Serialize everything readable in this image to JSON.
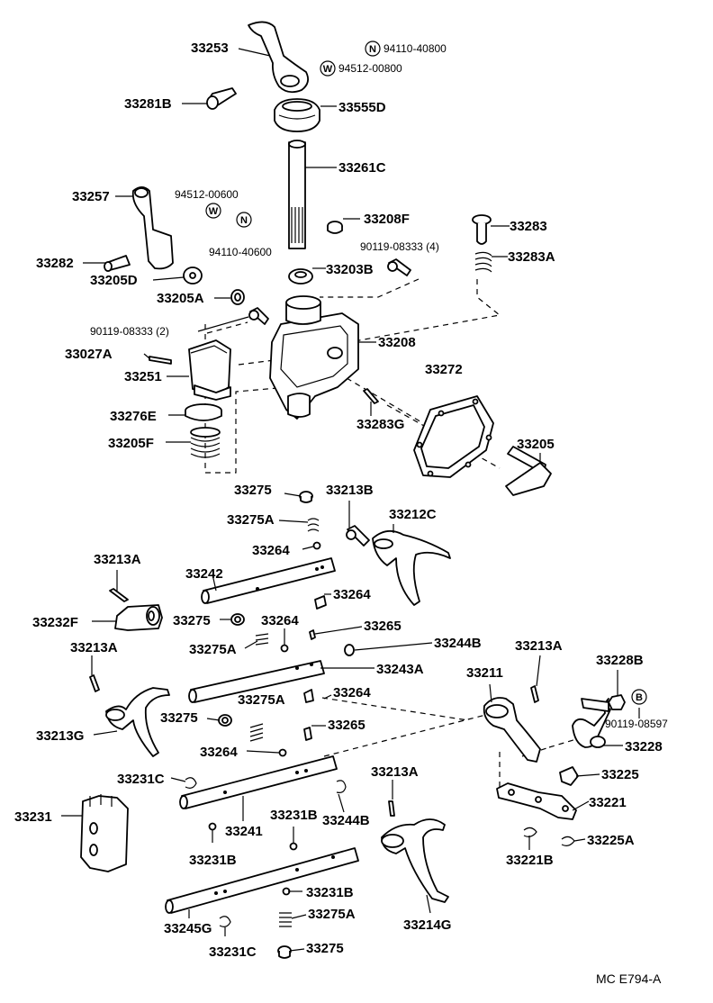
{
  "diagram_id": "MC E794-A",
  "symbols": {
    "N": "N",
    "W": "W",
    "B": "B"
  },
  "labels": {
    "p33253": "33253",
    "n94110_40800": "94110-40800",
    "w94512_00800": "94512-00800",
    "p33281B": "33281B",
    "p33555D": "33555D",
    "p33261C": "33261C",
    "p33257": "33257",
    "w94512_00600": "94512-00600",
    "n94110_40600": "94110-40600",
    "p33208F": "33208F",
    "p33283": "33283",
    "b90119_08333_4": "90119-08333 (4)",
    "p33283A": "33283A",
    "p33282": "33282",
    "p33203B": "33203B",
    "p33205D": "33205D",
    "p33205A": "33205A",
    "b90119_08333_2": "90119-08333 (2)",
    "p33208": "33208",
    "p33027A": "33027A",
    "p33272": "33272",
    "p33251": "33251",
    "p33276E": "33276E",
    "p33283G": "33283G",
    "p33205": "33205",
    "p33205F": "33205F",
    "p33275_a": "33275",
    "p33213B": "33213B",
    "p33275A_a": "33275A",
    "p33212C": "33212C",
    "p33264_a": "33264",
    "p33213A_a": "33213A",
    "p33242": "33242",
    "p33264_b": "33264",
    "p33232F": "33232F",
    "p33275_b": "33275",
    "p33264_c": "33264",
    "p33265_a": "33265",
    "p33244B_a": "33244B",
    "p33213A_b": "33213A",
    "p33275A_b": "33275A",
    "p33243A": "33243A",
    "p33213A_c": "33213A",
    "p33228B": "33228B",
    "p33211": "33211",
    "p33275A_c": "33275A",
    "p33264_d": "33264",
    "b90119_08597": "90119-08597",
    "p33275_c": "33275",
    "p33265_b": "33265",
    "p33213G": "33213G",
    "p33228": "33228",
    "p33264_e": "33264",
    "p33225": "33225",
    "p33231C_a": "33231C",
    "p33213A_d": "33213A",
    "p33221": "33221",
    "p33231": "33231",
    "p33241": "33241",
    "p33231B_a": "33231B",
    "p33244B_b": "33244B",
    "p33225A": "33225A",
    "p33231B_b": "33231B",
    "p33221B": "33221B",
    "p33231B_c": "33231B",
    "p33275A_d": "33275A",
    "p33245G": "33245G",
    "p33214G": "33214G",
    "p33231C_b": "33231C",
    "p33275_d": "33275"
  }
}
